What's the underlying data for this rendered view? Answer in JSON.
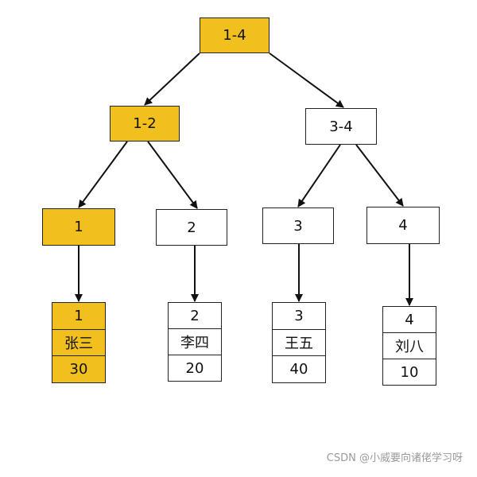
{
  "nodes": {
    "root": "1-4",
    "left": "1-2",
    "right": "3-4",
    "leaf1": "1",
    "leaf2": "2",
    "leaf3": "3",
    "leaf4": "4"
  },
  "records": [
    {
      "id": "1",
      "name": "张三",
      "age": "30"
    },
    {
      "id": "2",
      "name": "李四",
      "age": "20"
    },
    {
      "id": "3",
      "name": "王五",
      "age": "40"
    },
    {
      "id": "4",
      "name": "刘八",
      "age": "10"
    }
  ],
  "highlight_color": "#f2c01e",
  "watermark": "CSDN @小威要向诸佬学习呀"
}
